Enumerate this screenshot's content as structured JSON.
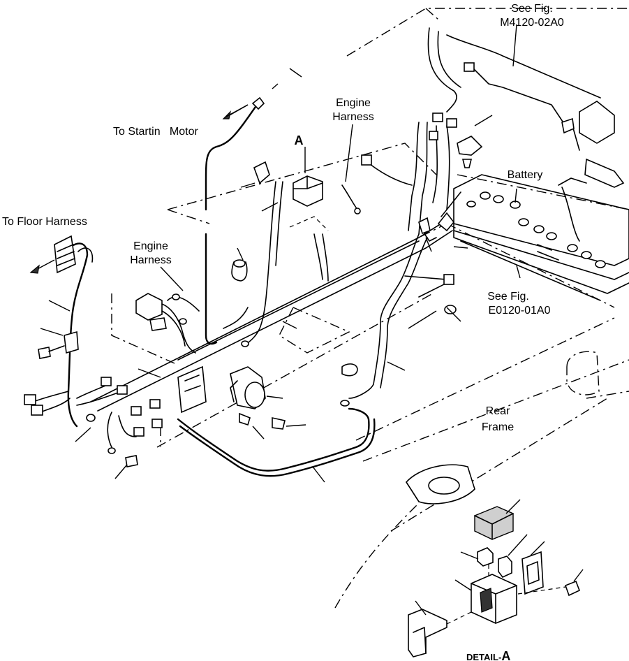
{
  "labels": {
    "see_fig_top_1": "See Fig.",
    "see_fig_top_2": "M4120-02A0",
    "engine_harness_top_1": "Engine",
    "engine_harness_top_2": "Harness",
    "to_starting_motor": "To Startin   Motor",
    "detail_marker": "A",
    "battery": "Battery",
    "to_floor_harness": "To Floor Harness",
    "engine_harness_left_1": "Engine",
    "engine_harness_left_2": "Harness",
    "see_fig_right_1": "See Fig.",
    "see_fig_right_2": "E0120-01A0",
    "rear_frame_1": "Rear",
    "rear_frame_2": "Frame",
    "detail_title_word": "DETAIL-",
    "detail_title_letter": "A"
  },
  "icons": [
    "arrow-left-icon",
    "arrow-up-left-icon"
  ]
}
